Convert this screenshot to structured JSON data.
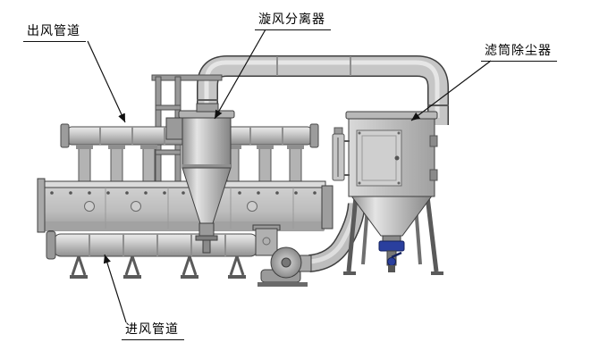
{
  "diagram": {
    "type": "equipment-annotation-drawing",
    "background": "#ffffff",
    "labels": {
      "outlet_duct": "出风管道",
      "cyclone": "漩风分离器",
      "dust_collector": "滤筒除尘器",
      "inlet_duct": "进风管道"
    },
    "colors": {
      "accent_blue": "#2a3f9e",
      "metal_light": "#dcdcdc",
      "metal_mid": "#b5b5b5",
      "metal_dark": "#8a8a8a",
      "line": "#111111"
    }
  }
}
